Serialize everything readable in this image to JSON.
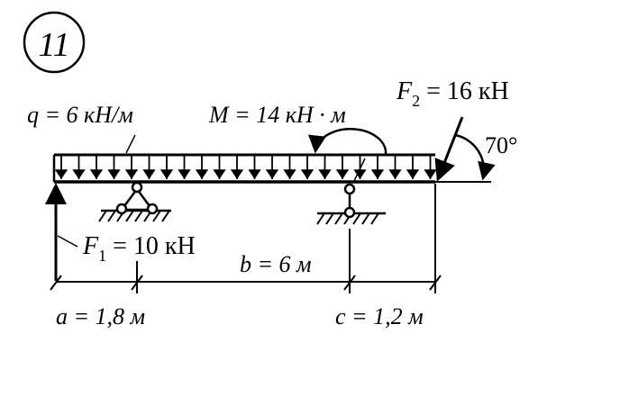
{
  "problem_number": "11",
  "labels": {
    "q": "q = 6 кН/м",
    "M": "M = 14 кН · м",
    "F2_sym": "F",
    "F2_sub": "2",
    "F2_val": " = 16 кН",
    "angle": "70°",
    "F1_sym": "F",
    "F1_sub": "1",
    "F1_val": " = 10 кН",
    "b": "b = 6 м",
    "a": "a = 1,8 м",
    "c": "c = 1,2 м"
  }
}
